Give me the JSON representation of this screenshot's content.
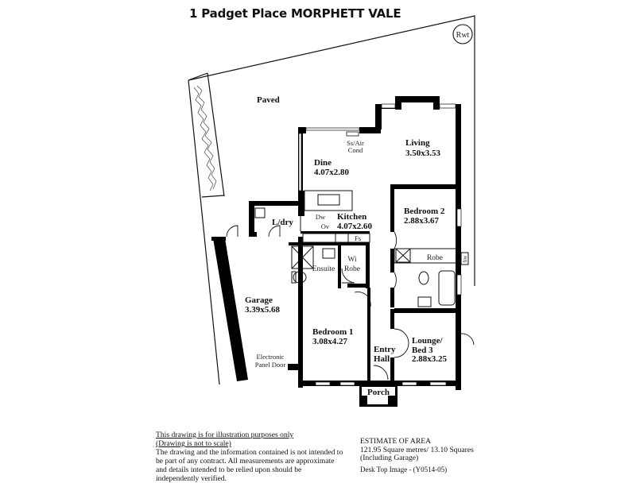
{
  "title": "1 Padget Place MORPHETT VALE",
  "site": {
    "paved_label": "Paved",
    "rainwater_tank_label": "Rwt"
  },
  "rooms": {
    "living": {
      "name": "Living",
      "dims": "3.50x3.53"
    },
    "dine": {
      "name": "Dine",
      "dims": "4.07x2.80"
    },
    "kitchen": {
      "name": "Kitchen",
      "dims": "4.07x2.60"
    },
    "bedroom2": {
      "name": "Bedroom 2",
      "dims": "2.88x3.67"
    },
    "laundry": {
      "name": "L/dry"
    },
    "garage": {
      "name": "Garage",
      "dims": "3.39x5.68"
    },
    "bedroom1": {
      "name": "Bedroom 1",
      "dims": "3.08x4.27"
    },
    "lounge": {
      "name": "Lounge/",
      "name2": "Bed 3",
      "dims": "2.88x3.25"
    },
    "entry": {
      "name": "Entry",
      "name2": "Hall"
    },
    "porch": {
      "name": "Porch"
    },
    "ensuite": {
      "name": "Ensuite"
    },
    "wi_robe": {
      "name": "Wi",
      "name2": "Robe"
    },
    "robe": {
      "name": "Robe"
    }
  },
  "fixtures": {
    "air_cond": "Ss/Air",
    "air_cond2": "Cond",
    "dishwasher": "Dw",
    "oven": "Ov",
    "fridge_space": "Fs",
    "hot_water": "hw",
    "garage_door": "Electronic",
    "garage_door2": "Panel Door"
  },
  "disclaimer": {
    "line1": "This drawing is for illustration purposes only",
    "line2": "(Drawing is not to scale)",
    "body": "The drawing and the information contained is not intended to be part of any contract.  All measurements are approximate and details intended to be relied upon should be independently verified."
  },
  "area_estimate": {
    "heading": "ESTIMATE OF AREA",
    "value": "121.95 Square metres/  13.10 Squares",
    "note": "(Including Garage)",
    "image_ref": "Desk Top Image - (Y0514-05)"
  },
  "colors": {
    "wall": "#000000",
    "line": "#111111",
    "background": "#ffffff"
  }
}
